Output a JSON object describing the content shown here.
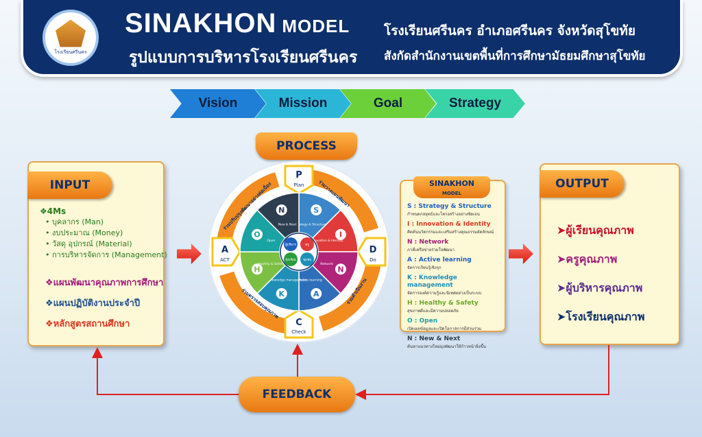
{
  "header": {
    "logo_text": "โรงเรียนศรีนคร",
    "title": "SINAKHON",
    "title_suffix": "MODEL",
    "subtitle": "รูปแบบการบริหารโรงเรียนศรีนคร",
    "right_line1": "โรงเรียนศรีนคร อำเภอศรีนคร จังหวัดสุโขทัย",
    "right_line2": "สังกัดสำนักงานเขตพื้นที่การศึกษามัธยมศึกษาสุโขทัย"
  },
  "chevrons": [
    {
      "label": "Vision",
      "color": "#1f7fd6"
    },
    {
      "label": "Mission",
      "color": "#2bb6d8"
    },
    {
      "label": "Goal",
      "color": "#6cd03a"
    },
    {
      "label": "Strategy",
      "color": "#39d3a8"
    }
  ],
  "process": {
    "label": "PROCESS",
    "pdca": {
      "plan": {
        "letter": "P",
        "word": "Plan"
      },
      "do": {
        "letter": "D",
        "word": "Do"
      },
      "check": {
        "letter": "C",
        "word": "Check"
      },
      "act": {
        "letter": "A",
        "word": "ACT"
      }
    },
    "ring_texts": [
      "ร่วมวางแผนพัฒนา",
      "ร่วมดำเนินงาน",
      "ร่วมตรวจสอบคุณภาพ",
      "ร่วมปรับปรุงพัฒนาอย่างต่อเนื่อง"
    ],
    "wheel": [
      {
        "letter": "S",
        "label": "Strategy & Structure",
        "color": "#3a86c8"
      },
      {
        "letter": "I",
        "label": "Innovation & Identity",
        "color": "#e03a3a"
      },
      {
        "letter": "N",
        "label": "Network",
        "color": "#b0247a"
      },
      {
        "letter": "A",
        "label": "Active learning",
        "color": "#2f6fb9"
      },
      {
        "letter": "K",
        "label": "Knowledge management",
        "color": "#1f8fb8"
      },
      {
        "letter": "H",
        "label": "Healthy & Safety",
        "color": "#7bc043"
      },
      {
        "letter": "O",
        "label": "Open",
        "color": "#1aa3a3"
      },
      {
        "letter": "N",
        "label": "New & Next",
        "color": "#2c3e50"
      }
    ],
    "center": [
      "ผู้บริหาร",
      "ครู",
      "นักเรียน",
      "ชุมชน"
    ]
  },
  "input": {
    "tab": "INPUT",
    "head": "❖4Ms",
    "items": [
      "• บุคลากร (Man)",
      "• งบประมาณ (Money)",
      "• วัสดุ อุปกรณ์ (Material)",
      "• การบริหารจัดการ (Management)"
    ],
    "plans": [
      {
        "text": "❖แผนพัฒนาคุณภาพการศึกษา",
        "color": "#a01e7a"
      },
      {
        "text": "❖แผนปฏิบัติงานประจำปี",
        "color": "#1e4f8f"
      },
      {
        "text": "❖หลักสูตรสถานศึกษา",
        "color": "#d9381e"
      }
    ]
  },
  "sinakhon": {
    "title": "SINAKHON",
    "sub": "MODEL",
    "items": [
      {
        "t": "S : Strategy & Structure",
        "d": "กำหนดกลยุทธ์และโครงสร้างอย่างชัดเจน",
        "color": "#1e5fbf"
      },
      {
        "t": "I : Innovation & Identity",
        "d": "คิดค้นนวัตกรรมและเสริมสร้างคุณธรรมอัตลักษณ์",
        "color": "#d9381e"
      },
      {
        "t": "N : Network",
        "d": "ภาคีเครือข่ายร่วมใจพัฒนา",
        "color": "#a01e7a"
      },
      {
        "t": "A : Active learning",
        "d": "จัดการเรียนรู้เชิงรุก",
        "color": "#1e5fbf"
      },
      {
        "t": "K : Knowledge management",
        "d": "จัดการองค์ความรู้และนิเทศอย่างเป็นระบบ",
        "color": "#1e8fb8"
      },
      {
        "t": "H : Healthy & Safety",
        "d": "สุขภาพดีและมีความปลอดภัย",
        "color": "#6aa82a"
      },
      {
        "t": "O : Open",
        "d": "เปิดเผยข้อมูลและเปิดโอกาสการมีส่วนร่วม",
        "color": "#16a3a3"
      },
      {
        "t": "N : New & Next",
        "d": "ค้นหาแนวทางใหม่มุ่งพัฒนาให้ก้าวหน้ายิ่งขึ้น",
        "color": "#2c3e50"
      }
    ]
  },
  "output": {
    "tab": "OUTPUT",
    "items": [
      {
        "text": "➤ผู้เรียนคุณภาพ",
        "color": "#c8102e"
      },
      {
        "text": "➤ครูคุณภาพ",
        "color": "#a01e7a"
      },
      {
        "text": "➤ผู้บริหารคุณภาพ",
        "color": "#5b2d8e"
      },
      {
        "text": "➤โรงเรียนคุณภาพ",
        "color": "#0d2f6b"
      }
    ]
  },
  "feedback": "FEEDBACK"
}
